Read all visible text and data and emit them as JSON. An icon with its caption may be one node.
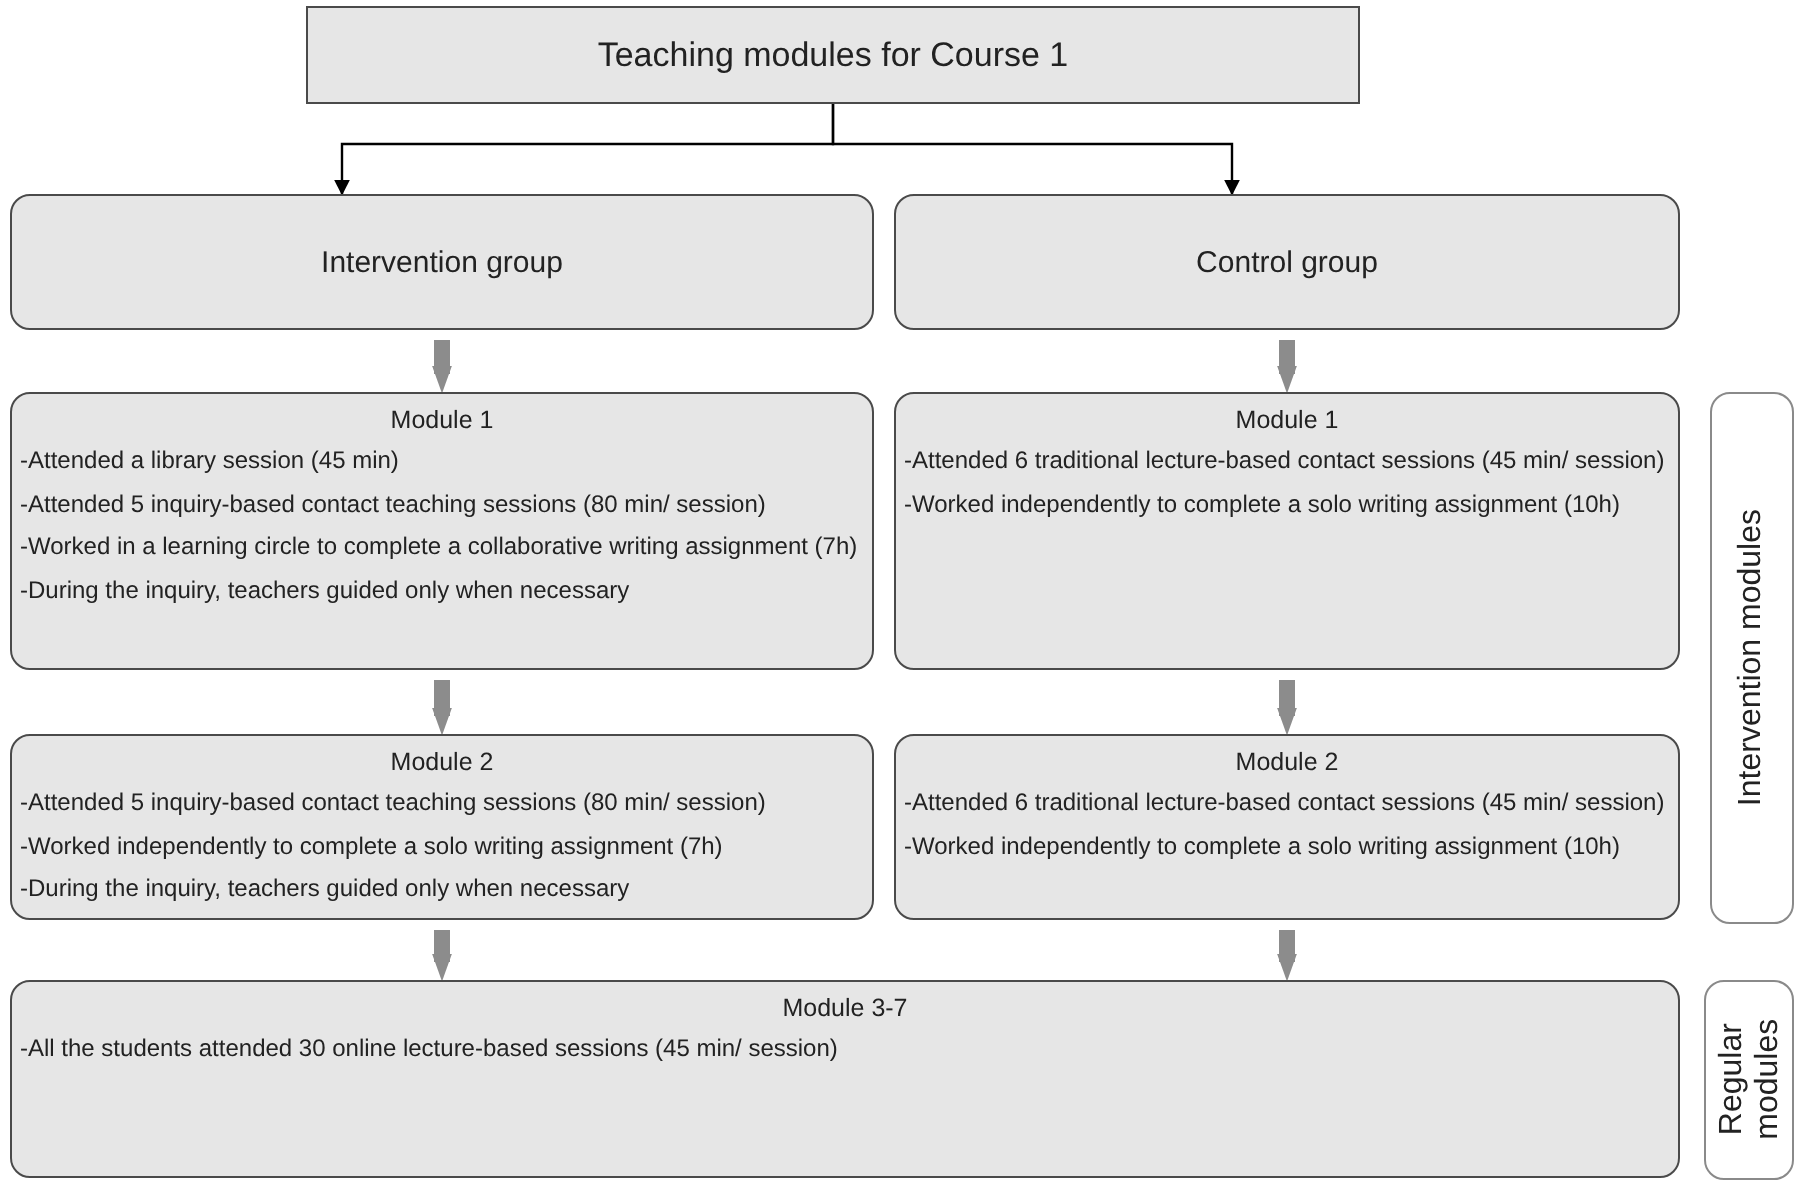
{
  "diagram": {
    "nodes": [
      {
        "text": [
          "Teaching modules for Course 1"
        ]
      },
      {
        "text": [
          "Intervention group"
        ]
      },
      {
        "text": [
          "Control group"
        ]
      },
      {
        "text": [
          "Module 1",
          "-Attended a library session (45 min)",
          "-Attended 5 inquiry-based contact teaching sessions (80 min/ session)",
          "-Worked in a learning circle to complete a collaborative writing assignment (7h)",
          "-During the inquiry, teachers guided only when necessary"
        ]
      },
      {
        "text": [
          "Module 1",
          "-Attended 6 traditional lecture-based contact sessions (45 min/ session)",
          "-Worked independently to complete a solo writing assignment (10h)"
        ]
      },
      {
        "text": [
          "Module 2",
          "-Attended 5 inquiry-based contact teaching sessions (80 min/ session)",
          "-Worked independently to complete a solo writing assignment (7h)",
          "-During the inquiry, teachers guided only when necessary"
        ]
      },
      {
        "text": [
          "Module 2",
          "-Attended 6 traditional lecture-based contact sessions (45 min/ session)",
          "-Worked independently to complete a solo writing assignment (10h)"
        ]
      },
      {
        "text": [
          "Module 3-7",
          "-All the students attended 30 online lecture-based sessions (45 min/ session)"
        ]
      },
      {
        "text": [
          "Intervention modules"
        ]
      },
      {
        "text": [
          "Regular modules"
        ]
      }
    ],
    "edges": [
      {
        "from": 0,
        "to": 1,
        "arrow": "to",
        "color": "#000000"
      },
      {
        "from": 0,
        "to": 2,
        "arrow": "to",
        "color": "#000000"
      },
      {
        "from": 1,
        "to": 3,
        "arrow": "to"
      },
      {
        "from": 2,
        "to": 4,
        "arrow": "to"
      },
      {
        "from": 3,
        "to": 5,
        "arrow": "to"
      },
      {
        "from": 4,
        "to": 6,
        "arrow": "to"
      },
      {
        "from": 5,
        "to": 7,
        "arrow": "to"
      },
      {
        "from": 6,
        "to": 7,
        "arrow": "to"
      }
    ]
  }
}
